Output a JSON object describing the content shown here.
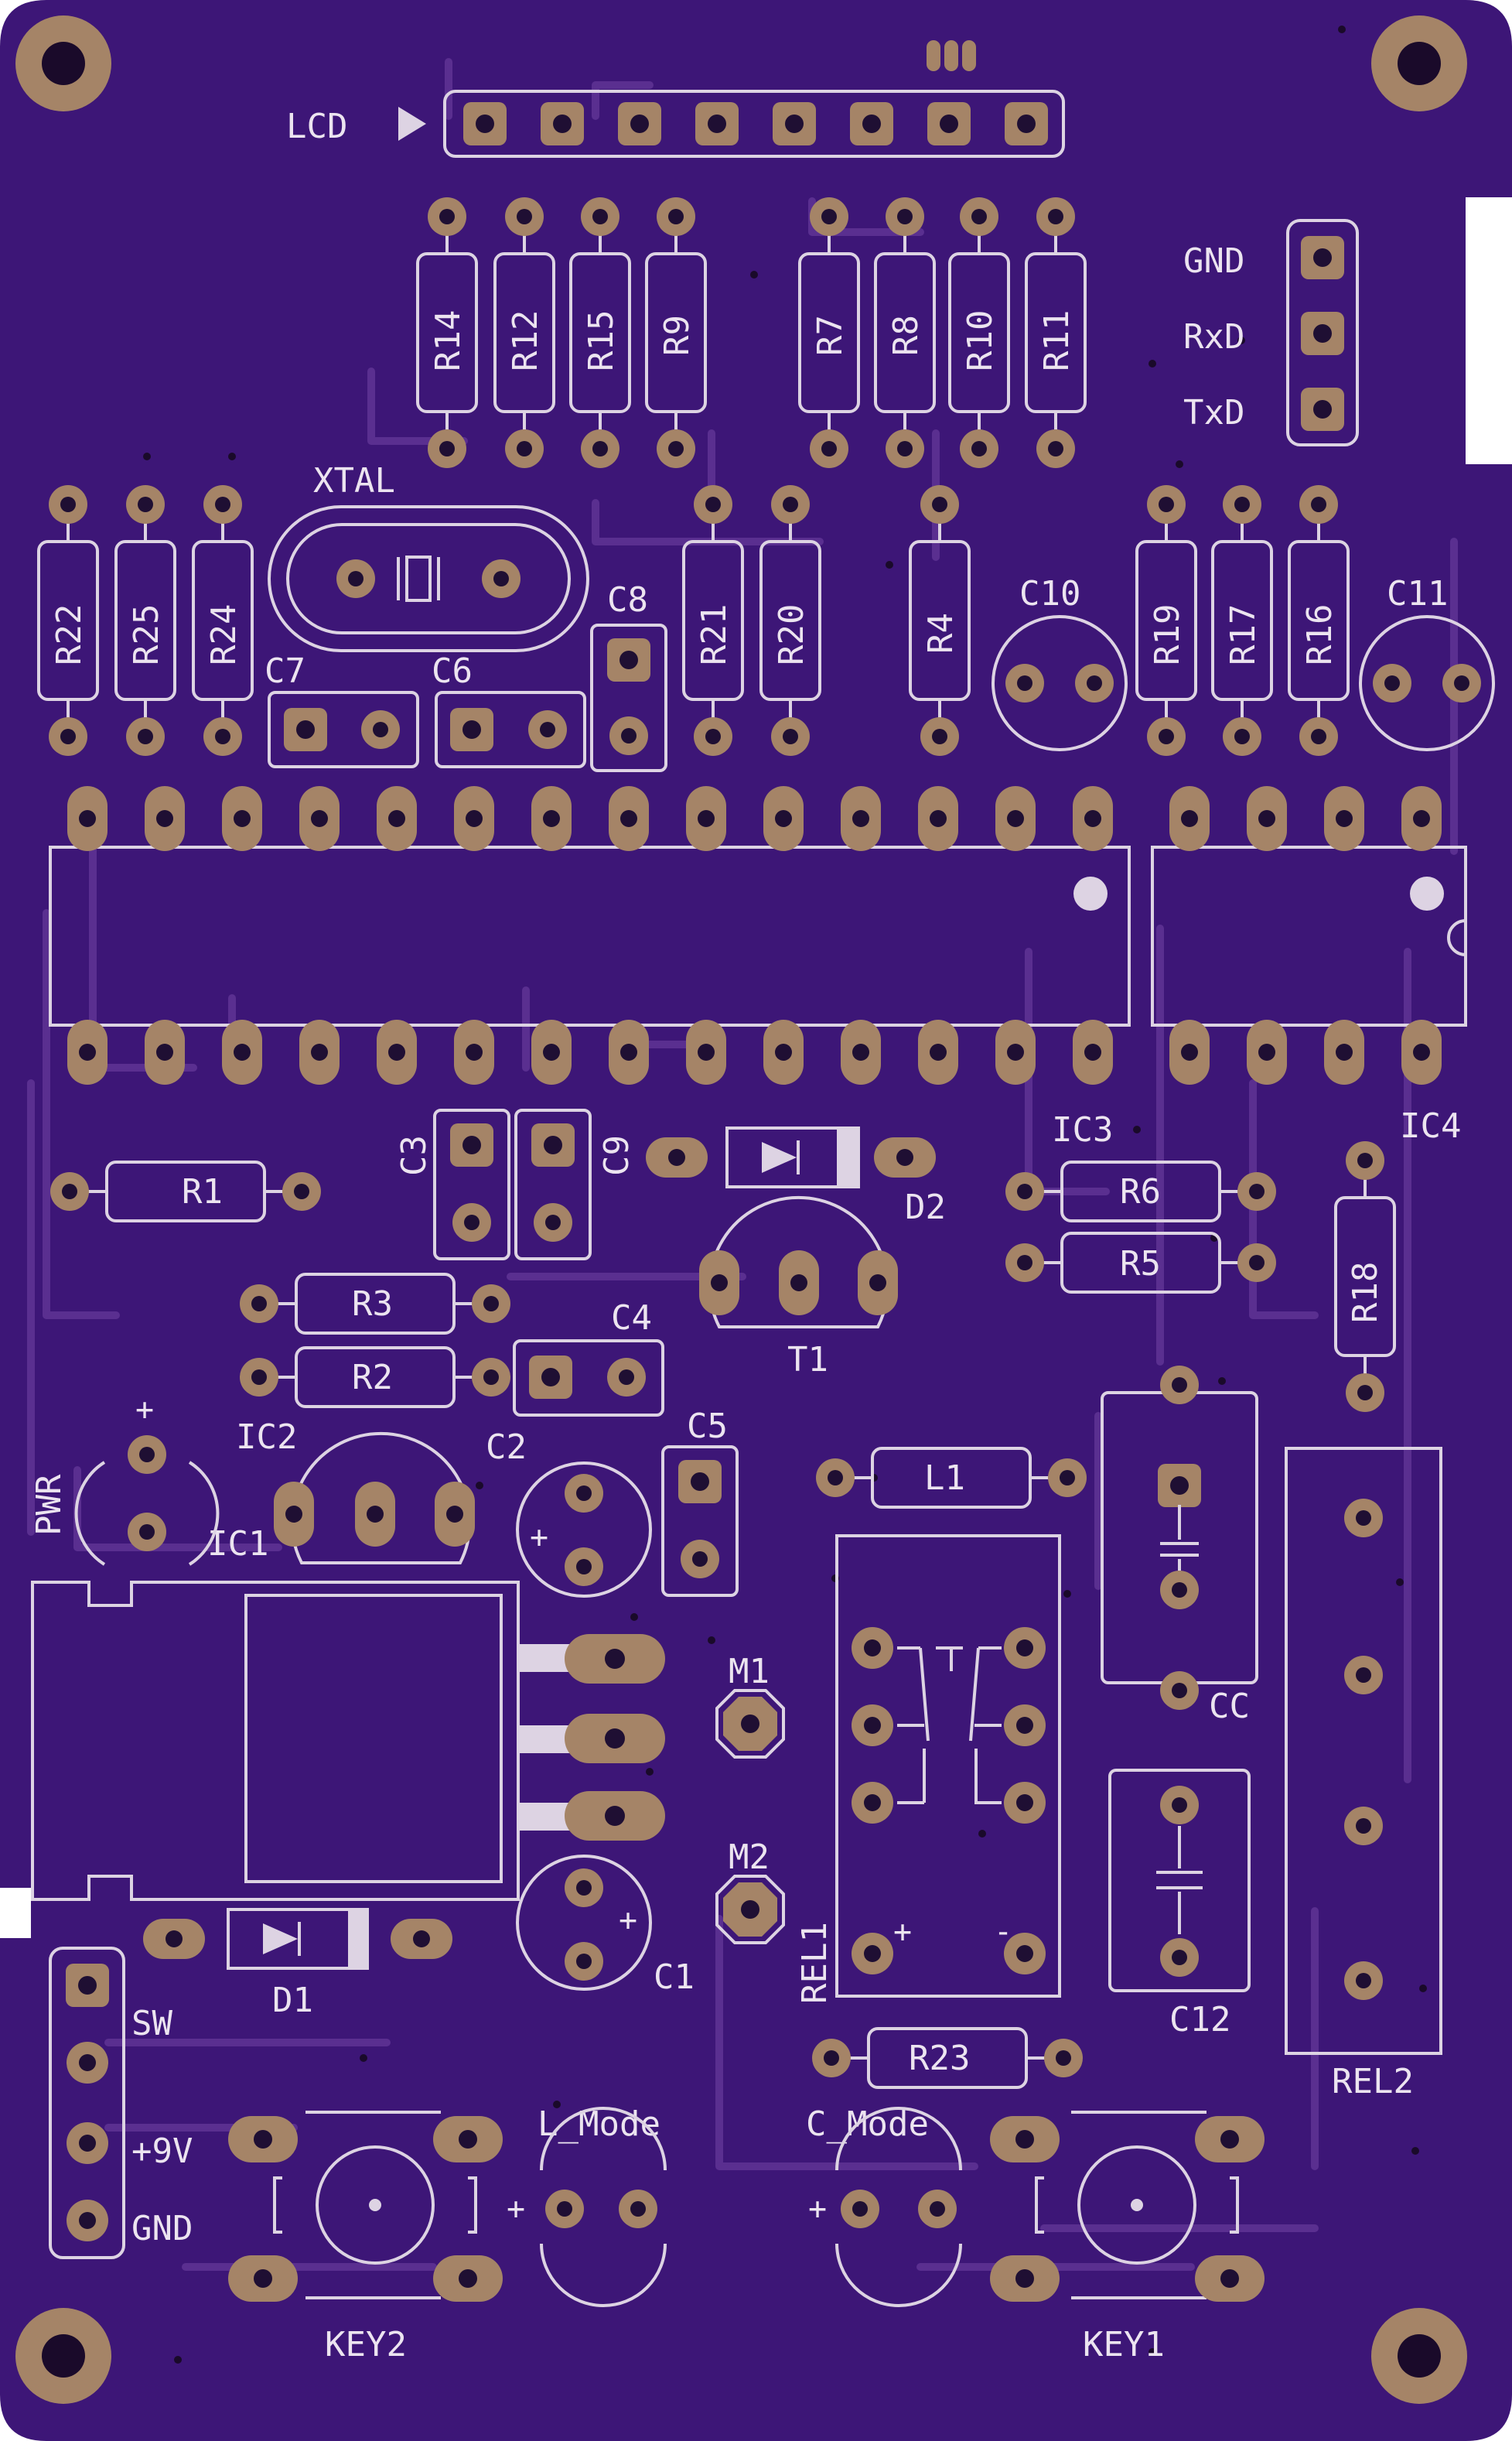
{
  "board": {
    "colors": {
      "background": "#ffffff",
      "board": "#3d1677",
      "trace": "#5a2f90",
      "silk": "#ddd3e3",
      "pad": "#a58467",
      "hole": "#1f0f33"
    }
  },
  "labels": {
    "lcd": "LCD",
    "gnd_top": "GND",
    "rxd": "RxD",
    "txd": "TxD",
    "xtal": "XTAL",
    "r14": "R14",
    "r12": "R12",
    "r15": "R15",
    "r9": "R9",
    "r7": "R7",
    "r8": "R8",
    "r10": "R10",
    "r11": "R11",
    "r22": "R22",
    "r25": "R25",
    "r24": "R24",
    "r21": "R21",
    "r20": "R20",
    "r4": "R4",
    "r19": "R19",
    "r17": "R17",
    "r16": "R16",
    "c7": "C7",
    "c6": "C6",
    "c8": "C8",
    "c10": "C10",
    "c11": "C11",
    "c3": "C3",
    "c9": "C9",
    "d2": "D2",
    "ic3": "IC3",
    "ic4": "IC4",
    "r1": "R1",
    "r6": "R6",
    "r5": "R5",
    "r18": "R18",
    "r3": "R3",
    "r2": "R2",
    "c4": "C4",
    "t1": "T1",
    "ic2": "IC2",
    "c2": "C2",
    "c5": "C5",
    "l1": "L1",
    "pwr": "PWR",
    "ic1": "IC1",
    "cc": "CC",
    "m1": "M1",
    "m2": "M2",
    "rel1": "REL1",
    "c1": "C1",
    "d1": "D1",
    "c12": "C12",
    "sw": "SW",
    "v9": "+9V",
    "gnd_bottom": "GND",
    "r23": "R23",
    "rel2": "REL2",
    "l_mode": "L_Mode",
    "c_mode": "C_Mode",
    "key2": "KEY2",
    "key1": "KEY1"
  }
}
